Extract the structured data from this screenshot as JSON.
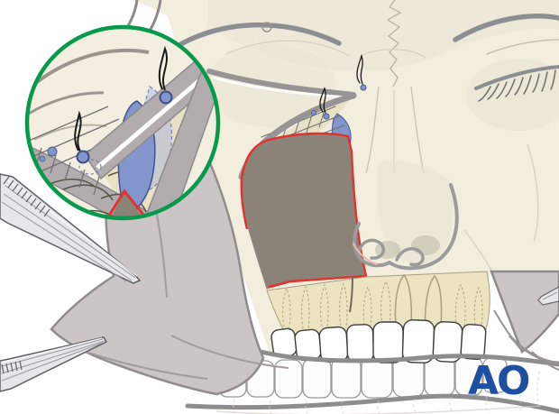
{
  "logo": {
    "text": "AO",
    "color": "#1d4fa3"
  },
  "palette": {
    "background": "#ffffff",
    "skin": "#f2eddd",
    "skin_shadow": "#e7e1cf",
    "bone_alveolar": "#ece4c1",
    "bone_tan": "#e9e1c4",
    "bone_tan_deep": "#e3dbbd",
    "defect_gray": "#8b8377",
    "resection_outline_red": "#e0322f",
    "soft_tissue_flap": "#cbc5c6",
    "flap_outline": "#908c8d",
    "eyelid_gray": "#b2acae",
    "line_gray": "#8b8e93",
    "faint_bone_line": "#c9c3ae",
    "suture_blue": "#8296cd",
    "suture_blue_light": "#aab6dc",
    "suture_blue_dark": "#46598f",
    "thread_black": "#1a1a1a",
    "inset_ring_green": "#089a4c",
    "instrument_steel": "#e7e7ea",
    "instrument_edge": "#5f5f64",
    "tooth_outline": "#3d3d3d",
    "tooth_outline_light": "#9a9a9a",
    "root_dotted": "#b3a987"
  },
  "elements": [
    "inset-magnifier-circle",
    "lacrimal-suture-knots",
    "suture-threads",
    "maxillectomy-defect-red-outline",
    "cheek-soft-tissue-flap",
    "tissue-forceps-upper-arm",
    "tissue-forceps-lower-arm",
    "retractor-tip-right",
    "upper-teeth-and-roots",
    "lower-teeth",
    "nose-ghost-outline",
    "left-eye-closed",
    "right-eyebrow",
    "frontal-suture-zigzag",
    "ao-logo"
  ]
}
